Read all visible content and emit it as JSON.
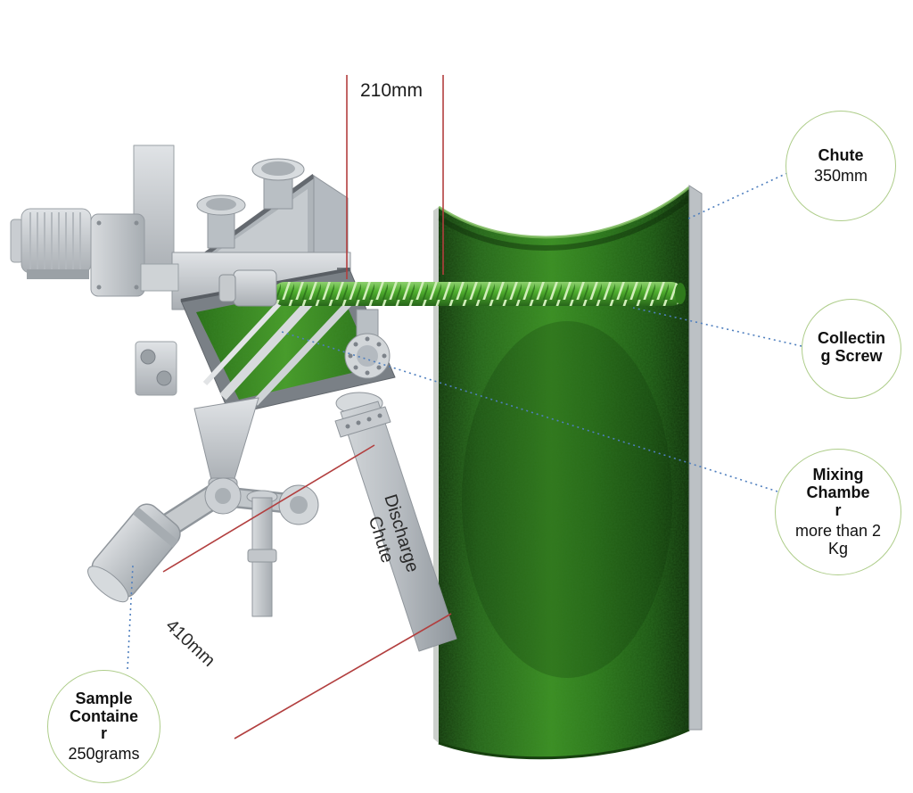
{
  "diagram": {
    "dimensions": {
      "top_span": "210mm",
      "container_offset": "410mm"
    },
    "inline_labels": {
      "discharge_chute": "Discharge Chute"
    },
    "callouts": [
      {
        "id": "chute",
        "title": "Chute",
        "value": "350mm"
      },
      {
        "id": "collecting-screw",
        "title": "Collecting Screw",
        "value": ""
      },
      {
        "id": "mixing-chamber",
        "title": "Mixing Chamber",
        "value": "more than 2 Kg"
      },
      {
        "id": "sample-container",
        "title": "Sample Container",
        "value": "250grams"
      }
    ],
    "colors": {
      "chute_green": "#2e7d1c",
      "screw_green": "#4fae2e",
      "machine_gray": "#c3c7cb",
      "leader_blue": "#4f7fbe",
      "measure_red": "#b23f3f",
      "callout_border": "#aecd8a"
    }
  }
}
